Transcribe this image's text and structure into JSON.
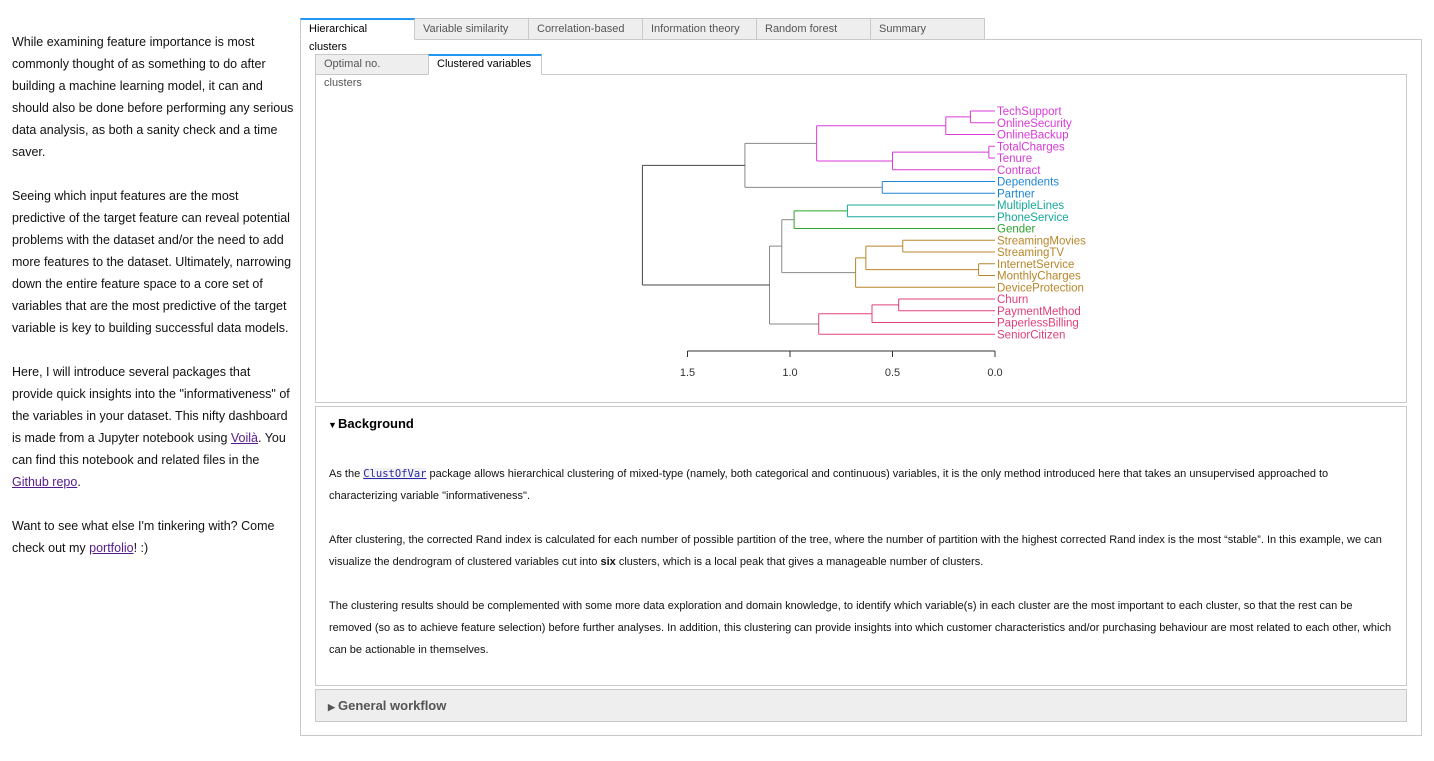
{
  "sidebar": {
    "p1": "While examining feature importance is most commonly thought of as something to do after building a machine learning model, it can and should also be done before performing any serious data analysis, as both a sanity check and a time saver.",
    "p2": "Seeing which input features are the most predictive of the target feature can reveal potential problems with the dataset and/or the need to add more features to the dataset. Ultimately, narrowing down the entire feature space to a core set of variables that are the most predictive of the target variable is key to building successful data models.",
    "p3_a": "Here, I will introduce several packages that provide quick insights into the \"informativeness\" of the variables in your dataset. This nifty dashboard is made from a Jupyter notebook using ",
    "p3_link1": "Voilà",
    "p3_b": ". You can find this notebook and related files in the ",
    "p3_link2": "Github repo",
    "p3_c": ".",
    "p4_a": "Want to see what else I'm tinkering with? Come check out my ",
    "p4_link": "portfolio",
    "p4_b": "! :)"
  },
  "outer_tabs": [
    "Hierarchical clusters",
    "Variable similarity",
    "Correlation-based",
    "Information theory",
    "Random forest",
    "Summary"
  ],
  "inner_tabs": [
    "Optimal no. clusters",
    "Clustered variables"
  ],
  "chart_data": {
    "type": "dendrogram",
    "orientation": "right-to-left",
    "xticks": [
      "1.5",
      "1.0",
      "0.5",
      "0.0"
    ],
    "xlim": [
      1.5,
      0.0
    ],
    "leaves": [
      {
        "name": "TechSupport",
        "color": "#d93ad9"
      },
      {
        "name": "OnlineSecurity",
        "color": "#d93ad9"
      },
      {
        "name": "OnlineBackup",
        "color": "#d93ad9"
      },
      {
        "name": "TotalCharges",
        "color": "#d93ad9"
      },
      {
        "name": "Tenure",
        "color": "#d93ad9"
      },
      {
        "name": "Contract",
        "color": "#d93ad9"
      },
      {
        "name": "Dependents",
        "color": "#1f86d4"
      },
      {
        "name": "Partner",
        "color": "#1f86d4"
      },
      {
        "name": "MultipleLines",
        "color": "#16a89a"
      },
      {
        "name": "PhoneService",
        "color": "#16a89a"
      },
      {
        "name": "Gender",
        "color": "#2ea32e"
      },
      {
        "name": "StreamingMovies",
        "color": "#b8862a"
      },
      {
        "name": "StreamingTV",
        "color": "#b8862a"
      },
      {
        "name": "InternetService",
        "color": "#b8862a"
      },
      {
        "name": "MonthlyCharges",
        "color": "#b8862a"
      },
      {
        "name": "DeviceProtection",
        "color": "#b8862a"
      },
      {
        "name": "Churn",
        "color": "#e0407a"
      },
      {
        "name": "PaymentMethod",
        "color": "#e0407a"
      },
      {
        "name": "PaperlessBilling",
        "color": "#e0407a"
      },
      {
        "name": "SeniorCitizen",
        "color": "#e0407a"
      }
    ],
    "merges": [
      {
        "a": "L0",
        "b": "L1",
        "h": 0.12,
        "color": "#d93ad9"
      },
      {
        "a": "M0",
        "b": "L2",
        "h": 0.24,
        "color": "#d93ad9"
      },
      {
        "a": "L3",
        "b": "L4",
        "h": 0.03,
        "color": "#d93ad9"
      },
      {
        "a": "M2",
        "b": "L5",
        "h": 0.5,
        "color": "#d93ad9"
      },
      {
        "a": "M1",
        "b": "M3",
        "h": 0.87,
        "color": "#d93ad9"
      },
      {
        "a": "L6",
        "b": "L7",
        "h": 0.55,
        "color": "#1f86d4"
      },
      {
        "a": "M4",
        "b": "M5",
        "h": 1.22,
        "color": "#888888"
      },
      {
        "a": "L8",
        "b": "L9",
        "h": 0.72,
        "color": "#16a89a"
      },
      {
        "a": "M7",
        "b": "L10",
        "h": 0.98,
        "color": "#2ea32e"
      },
      {
        "a": "L11",
        "b": "L12",
        "h": 0.45,
        "color": "#b8862a"
      },
      {
        "a": "L13",
        "b": "L14",
        "h": 0.08,
        "color": "#b8862a"
      },
      {
        "a": "M9",
        "b": "M10",
        "h": 0.63,
        "color": "#b8862a"
      },
      {
        "a": "M11",
        "b": "L15",
        "h": 0.68,
        "color": "#b8862a"
      },
      {
        "a": "M8",
        "b": "M12",
        "h": 1.04,
        "color": "#888888"
      },
      {
        "a": "L16",
        "b": "L17",
        "h": 0.47,
        "color": "#e0407a"
      },
      {
        "a": "M14",
        "b": "L18",
        "h": 0.6,
        "color": "#e0407a"
      },
      {
        "a": "M15",
        "b": "L19",
        "h": 0.86,
        "color": "#e0407a"
      },
      {
        "a": "M13",
        "b": "M16",
        "h": 1.1,
        "color": "#888888"
      },
      {
        "a": "M6",
        "b": "M17",
        "h": 1.72,
        "color": "#444444"
      }
    ]
  },
  "background": {
    "title": "Background",
    "p1_a": "As the ",
    "p1_code": "ClustOfVar",
    "p1_b": " package allows hierarchical clustering of mixed-type (namely, both categorical and continuous) variables, it is the only method introduced here that takes an unsupervised approached to characterizing variable \"informativeness\".",
    "p2_a": "After clustering, the corrected Rand index is calculated for each number of possible partition of the tree, where the number of partition with the highest corrected Rand index is the most “stable”. In this example, we can visualize the dendrogram of clustered variables cut into ",
    "p2_bold": "six",
    "p2_b": " clusters, which is a local peak that gives a manageable number of clusters.",
    "p3": "The clustering results should be complemented with some more data exploration and domain knowledge, to identify which variable(s) in each cluster are the most important to each cluster, so that the rest can be removed (so as to achieve feature selection) before further analyses. In addition, this clustering can provide insights into which customer characteristics and/or purchasing behaviour are most related to each other, which can be actionable in themselves."
  },
  "workflow": {
    "title": "General workflow"
  }
}
